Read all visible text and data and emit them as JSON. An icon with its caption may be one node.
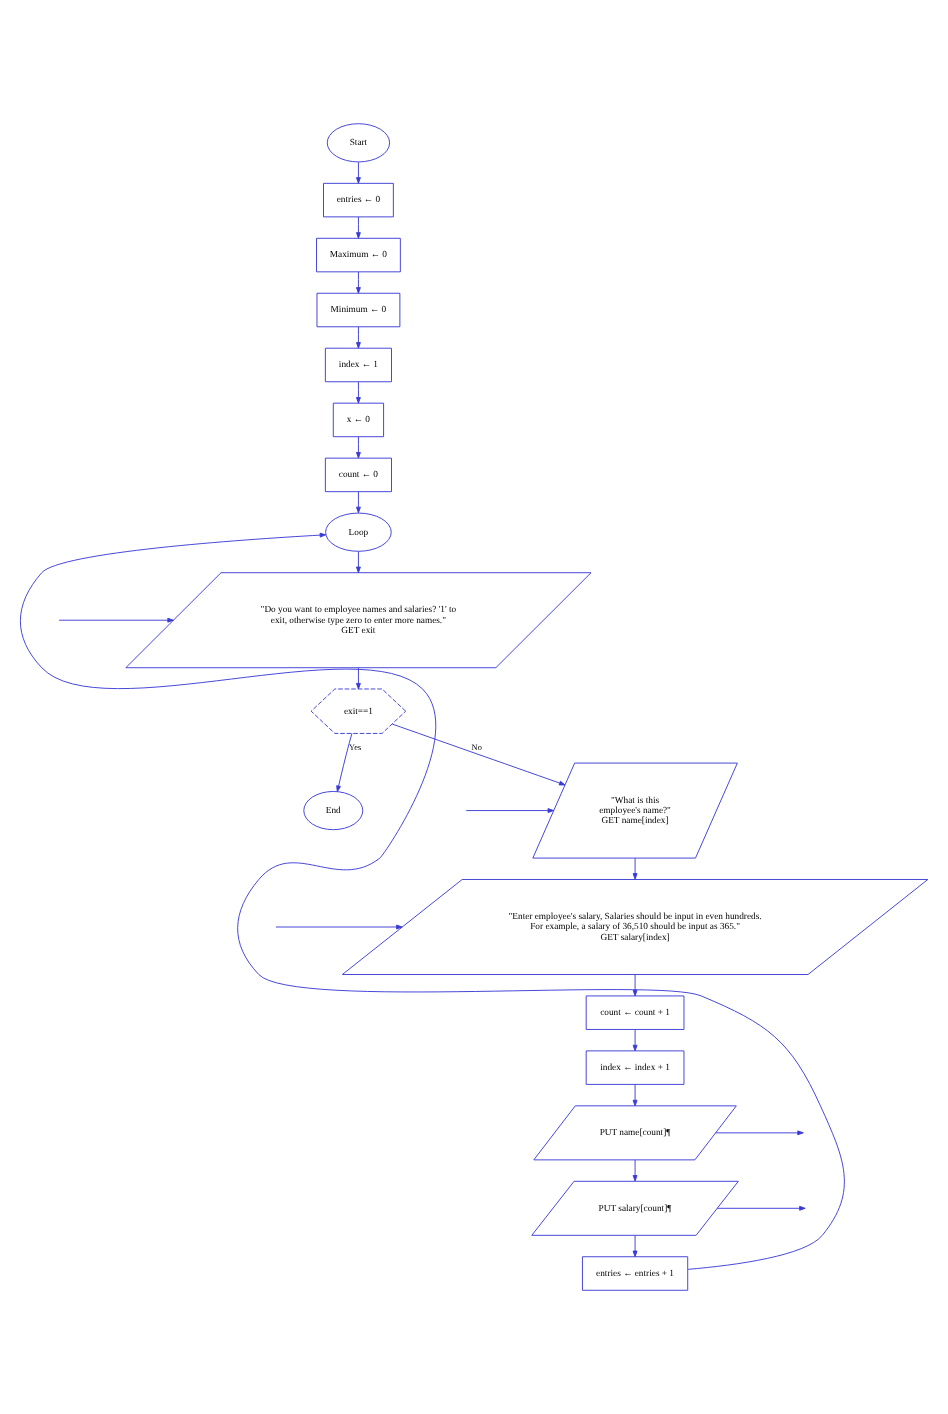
{
  "diagram": {
    "nodes": [
      {
        "text": [
          "Start"
        ]
      },
      {
        "text": [
          "entries ← 0"
        ]
      },
      {
        "text": [
          "Maximum ← 0"
        ]
      },
      {
        "text": [
          "Minimum ← 0"
        ]
      },
      {
        "text": [
          "index ← 1"
        ]
      },
      {
        "text": [
          "x ← 0"
        ]
      },
      {
        "text": [
          "count ← 0"
        ]
      },
      {
        "text": [
          "Loop"
        ]
      },
      {
        "text": [
          "\"Do you want to employee names and salaries? '1' to exit, otherwise type zero to enter more names.\"",
          "GET exit"
        ]
      },
      {
        "text": [
          "exit==1"
        ]
      },
      {
        "text": [
          "\"What is this employee's name?\"",
          "GET name[index]"
        ]
      },
      {
        "text": [
          "\"Enter employee's salary, Salaries should be input in even hundreds. For example, a salary of 36,510 should be input as 365.\"",
          "GET salary[index]"
        ]
      },
      {
        "text": [
          "count ← count + 1"
        ]
      },
      {
        "text": [
          "index ← index + 1"
        ]
      },
      {
        "text": [
          "PUT name[count]¶"
        ]
      },
      {
        "text": [
          "PUT salary[count]¶"
        ]
      },
      {
        "text": [
          "entries ← entries + 1"
        ]
      },
      {
        "text": [
          "End"
        ]
      }
    ],
    "edges": [
      {
        "from": 0,
        "to": 1,
        "arrow": "to"
      },
      {
        "from": 1,
        "to": 2,
        "arrow": "to"
      },
      {
        "from": 2,
        "to": 3,
        "arrow": "to"
      },
      {
        "from": 3,
        "to": 4,
        "arrow": "to"
      },
      {
        "from": 4,
        "to": 5,
        "arrow": "to"
      },
      {
        "from": 5,
        "to": 6,
        "arrow": "to"
      },
      {
        "from": 6,
        "to": 7,
        "arrow": "to"
      },
      {
        "from": 7,
        "to": 8,
        "arrow": "to"
      },
      {
        "from": 8,
        "to": 9,
        "arrow": "to"
      },
      {
        "from": 9,
        "to": 10,
        "label": "No",
        "arrow": "to"
      },
      {
        "from": 10,
        "to": 11,
        "arrow": "to"
      },
      {
        "from": 11,
        "to": 12,
        "arrow": "to"
      },
      {
        "from": 12,
        "to": 13,
        "arrow": "to"
      },
      {
        "from": 13,
        "to": 14,
        "arrow": "to"
      },
      {
        "from": 14,
        "to": 15,
        "arrow": "to"
      },
      {
        "from": 15,
        "to": 16,
        "arrow": "to"
      },
      {
        "from": 16,
        "to": 7,
        "arrow": "to"
      },
      {
        "from": 9,
        "to": 17,
        "label": "Yes",
        "arrow": "to"
      },
      {
        "from": null,
        "to": 8,
        "arrow": "to"
      },
      {
        "from": null,
        "to": 10,
        "arrow": "to"
      },
      {
        "from": null,
        "to": 11,
        "arrow": "to"
      },
      {
        "from": 14,
        "to": null,
        "arrow": "to"
      },
      {
        "from": 15,
        "to": null,
        "arrow": "to"
      }
    ]
  }
}
